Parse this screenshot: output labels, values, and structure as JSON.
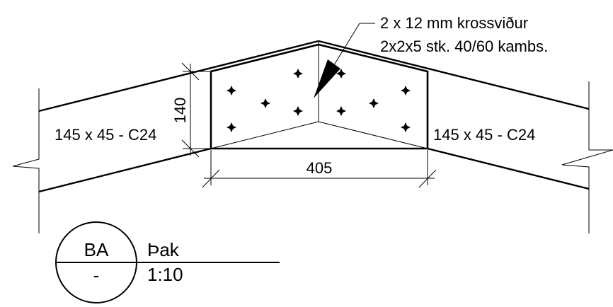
{
  "drawing": {
    "note_line1": "2 x 12 mm krossviður",
    "note_line2": "2x2x5 stk. 40/60 kambs.",
    "rafter_left_label": "145 x 45 - C24",
    "rafter_right_label": "145 x 45 - C24",
    "dim_width": "405",
    "dim_height": "140",
    "fastener_count": 10
  },
  "title_block": {
    "detail_id": "BA",
    "sheet_ref": "-",
    "title": "Þak",
    "scale": "1:10"
  },
  "colors": {
    "line": "#000000",
    "background": "#ffffff"
  }
}
